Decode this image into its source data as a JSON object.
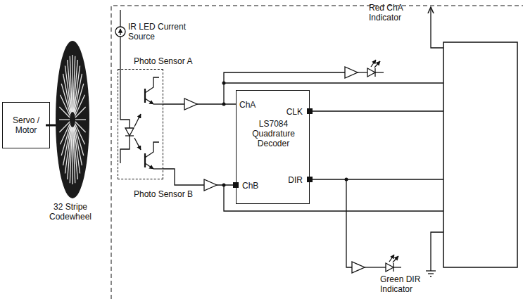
{
  "diagram": {
    "nodes": [
      {
        "text": [
          "Servo / Motor"
        ]
      },
      {
        "text": [
          "Photo Sensor A",
          "Photo Sensor B"
        ]
      },
      {
        "text": [
          "LS7084 Quadrature Decoder",
          "ChA",
          "ChB",
          "CLK",
          "DIR"
        ]
      }
    ],
    "edges": [
      {
        "from": 1,
        "to": 2,
        "arrow": "none"
      },
      {
        "from": 1,
        "to": 2,
        "arrow": "none"
      }
    ],
    "labels": [
      "32 Stripe Codewheel",
      "IR LED Current Source",
      "Red ChA Indicator",
      "Green DIR Indicator"
    ]
  }
}
